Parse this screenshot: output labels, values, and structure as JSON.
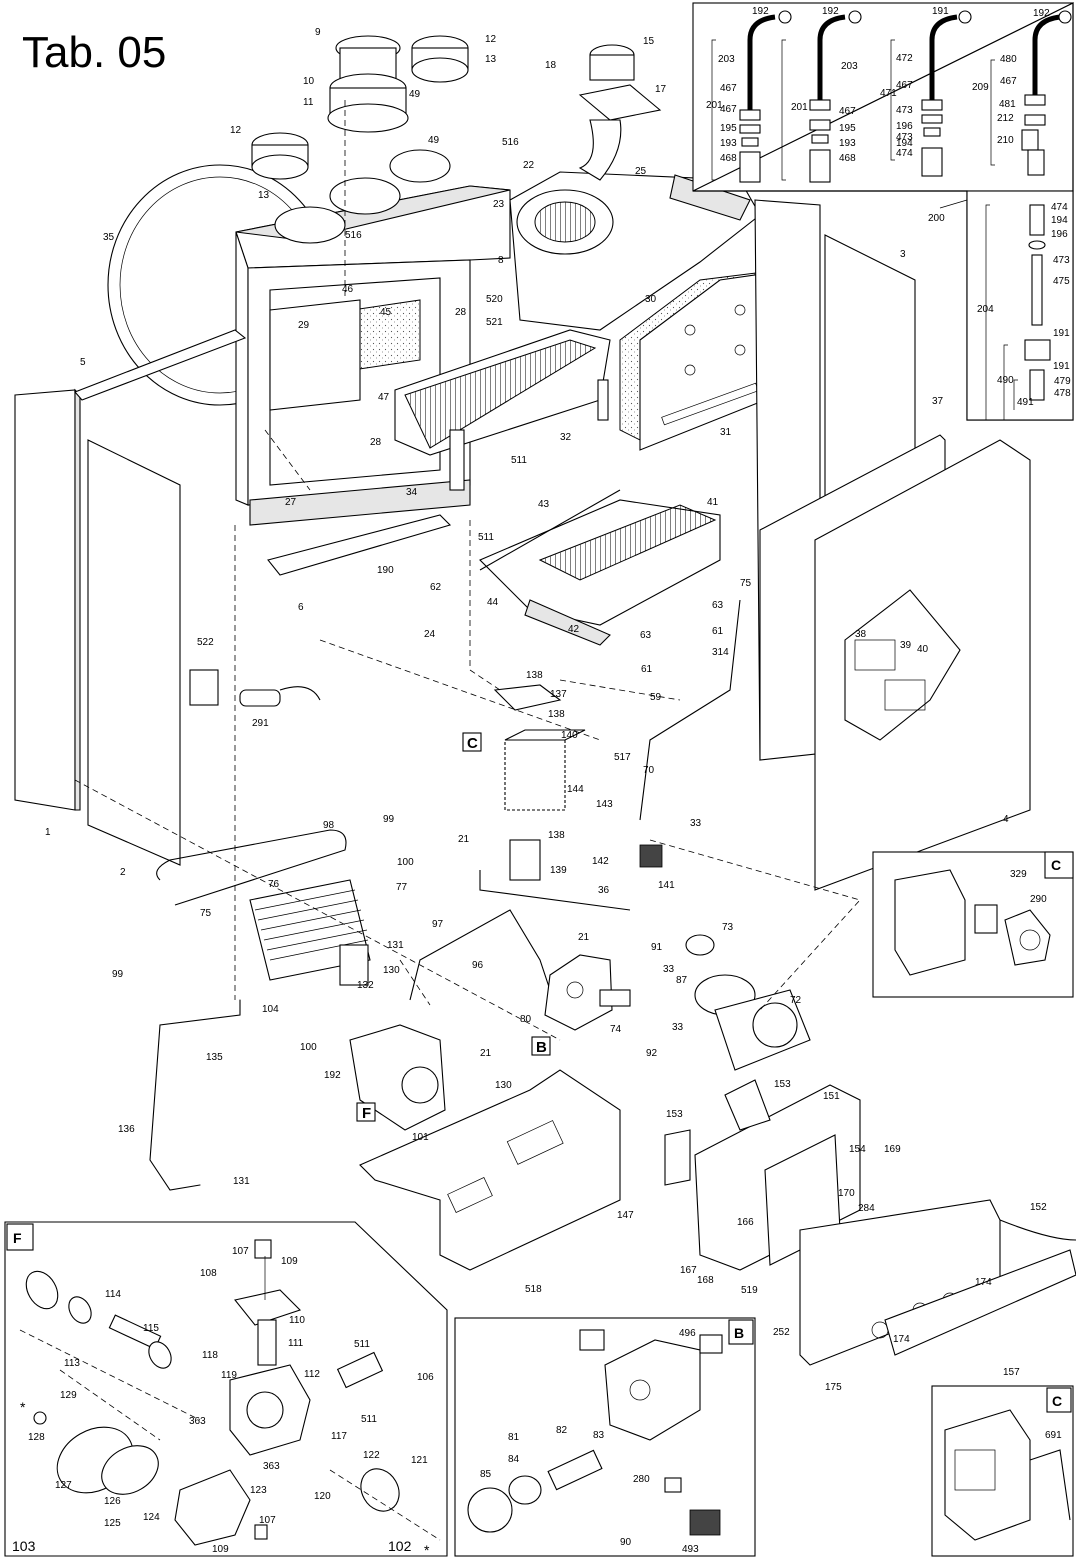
{
  "title": "Tab. 05",
  "callouts": [
    {
      "id": "c1",
      "text": "1"
    },
    {
      "id": "c2",
      "text": "2"
    },
    {
      "id": "c3",
      "text": "3"
    },
    {
      "id": "c4",
      "text": "4"
    },
    {
      "id": "c5",
      "text": "5"
    },
    {
      "id": "c6",
      "text": "6"
    },
    {
      "id": "c8",
      "text": "8"
    },
    {
      "id": "c9",
      "text": "9"
    },
    {
      "id": "c10",
      "text": "10"
    },
    {
      "id": "c11",
      "text": "11"
    },
    {
      "id": "c12a",
      "text": "12"
    },
    {
      "id": "c12b",
      "text": "12"
    },
    {
      "id": "c13a",
      "text": "13"
    },
    {
      "id": "c13b",
      "text": "13"
    },
    {
      "id": "c15",
      "text": "15"
    },
    {
      "id": "c17",
      "text": "17"
    },
    {
      "id": "c18",
      "text": "18"
    },
    {
      "id": "c21a",
      "text": "21"
    },
    {
      "id": "c21b",
      "text": "21"
    },
    {
      "id": "c21c",
      "text": "21"
    },
    {
      "id": "c22",
      "text": "22"
    },
    {
      "id": "c23",
      "text": "23"
    },
    {
      "id": "c24",
      "text": "24"
    },
    {
      "id": "c25",
      "text": "25"
    },
    {
      "id": "c27",
      "text": "27"
    },
    {
      "id": "c28a",
      "text": "28"
    },
    {
      "id": "c28b",
      "text": "28"
    },
    {
      "id": "c29",
      "text": "29"
    },
    {
      "id": "c30",
      "text": "30"
    },
    {
      "id": "c31",
      "text": "31"
    },
    {
      "id": "c32",
      "text": "32"
    },
    {
      "id": "c33a",
      "text": "33"
    },
    {
      "id": "c33b",
      "text": "33"
    },
    {
      "id": "c33c",
      "text": "33"
    },
    {
      "id": "c34",
      "text": "34"
    },
    {
      "id": "c35",
      "text": "35"
    },
    {
      "id": "c36",
      "text": "36"
    },
    {
      "id": "c37",
      "text": "37"
    },
    {
      "id": "c38",
      "text": "38"
    },
    {
      "id": "c39",
      "text": "39"
    },
    {
      "id": "c40",
      "text": "40"
    },
    {
      "id": "c41",
      "text": "41"
    },
    {
      "id": "c42",
      "text": "42"
    },
    {
      "id": "c43",
      "text": "43"
    },
    {
      "id": "c44",
      "text": "44"
    },
    {
      "id": "c45",
      "text": "45"
    },
    {
      "id": "c46",
      "text": "46"
    },
    {
      "id": "c47",
      "text": "47"
    },
    {
      "id": "c49a",
      "text": "49"
    },
    {
      "id": "c49b",
      "text": "49"
    },
    {
      "id": "c59",
      "text": "59"
    },
    {
      "id": "c61a",
      "text": "61"
    },
    {
      "id": "c61b",
      "text": "61"
    },
    {
      "id": "c62",
      "text": "62"
    },
    {
      "id": "c63a",
      "text": "63"
    },
    {
      "id": "c63b",
      "text": "63"
    },
    {
      "id": "c70",
      "text": "70"
    },
    {
      "id": "c72",
      "text": "72"
    },
    {
      "id": "c73",
      "text": "73"
    },
    {
      "id": "c74",
      "text": "74"
    },
    {
      "id": "c75a",
      "text": "75"
    },
    {
      "id": "c75b",
      "text": "75"
    },
    {
      "id": "c76",
      "text": "76"
    },
    {
      "id": "c77",
      "text": "77"
    },
    {
      "id": "c80",
      "text": "80"
    },
    {
      "id": "c87",
      "text": "87"
    },
    {
      "id": "c91",
      "text": "91"
    },
    {
      "id": "c92",
      "text": "92"
    },
    {
      "id": "c96",
      "text": "96"
    },
    {
      "id": "c97",
      "text": "97"
    },
    {
      "id": "c98",
      "text": "98"
    },
    {
      "id": "c99a",
      "text": "99"
    },
    {
      "id": "c99b",
      "text": "99"
    },
    {
      "id": "c100a",
      "text": "100"
    },
    {
      "id": "c100b",
      "text": "100"
    },
    {
      "id": "c101",
      "text": "101"
    },
    {
      "id": "c104",
      "text": "104"
    },
    {
      "id": "c130a",
      "text": "130"
    },
    {
      "id": "c130b",
      "text": "130"
    },
    {
      "id": "c131a",
      "text": "131"
    },
    {
      "id": "c131b",
      "text": "131"
    },
    {
      "id": "c132",
      "text": "132"
    },
    {
      "id": "c135",
      "text": "135"
    },
    {
      "id": "c136",
      "text": "136"
    },
    {
      "id": "c137",
      "text": "137"
    },
    {
      "id": "c138a",
      "text": "138"
    },
    {
      "id": "c138b",
      "text": "138"
    },
    {
      "id": "c138c",
      "text": "138"
    },
    {
      "id": "c139",
      "text": "139"
    },
    {
      "id": "c140",
      "text": "140"
    },
    {
      "id": "c141",
      "text": "141"
    },
    {
      "id": "c142",
      "text": "142"
    },
    {
      "id": "c143",
      "text": "143"
    },
    {
      "id": "c144",
      "text": "144"
    },
    {
      "id": "c147",
      "text": "147"
    },
    {
      "id": "c151",
      "text": "151"
    },
    {
      "id": "c152",
      "text": "152"
    },
    {
      "id": "c153a",
      "text": "153"
    },
    {
      "id": "c153b",
      "text": "153"
    },
    {
      "id": "c154",
      "text": "154"
    },
    {
      "id": "c157",
      "text": "157"
    },
    {
      "id": "c166",
      "text": "166"
    },
    {
      "id": "c167",
      "text": "167"
    },
    {
      "id": "c168",
      "text": "168"
    },
    {
      "id": "c169",
      "text": "169"
    },
    {
      "id": "c170",
      "text": "170"
    },
    {
      "id": "c174a",
      "text": "174"
    },
    {
      "id": "c174b",
      "text": "174"
    },
    {
      "id": "c175",
      "text": "175"
    },
    {
      "id": "c190",
      "text": "190"
    },
    {
      "id": "c192m",
      "text": "192"
    },
    {
      "id": "c200",
      "text": "200"
    },
    {
      "id": "c204",
      "text": "204"
    },
    {
      "id": "c252",
      "text": "252"
    },
    {
      "id": "c284",
      "text": "284"
    },
    {
      "id": "c290",
      "text": "290"
    },
    {
      "id": "c291",
      "text": "291"
    },
    {
      "id": "c314",
      "text": "314"
    },
    {
      "id": "c329",
      "text": "329"
    },
    {
      "id": "c490",
      "text": "490"
    },
    {
      "id": "c491",
      "text": "491"
    },
    {
      "id": "c511a",
      "text": "511"
    },
    {
      "id": "c511b",
      "text": "511"
    },
    {
      "id": "c516a",
      "text": "516"
    },
    {
      "id": "c516b",
      "text": "516"
    },
    {
      "id": "c517",
      "text": "517"
    },
    {
      "id": "c518",
      "text": "518"
    },
    {
      "id": "c519",
      "text": "519"
    },
    {
      "id": "c520",
      "text": "520"
    },
    {
      "id": "c521",
      "text": "521"
    },
    {
      "id": "c522",
      "text": "522"
    },
    {
      "id": "k192a",
      "text": "192"
    },
    {
      "id": "k192b",
      "text": "192"
    },
    {
      "id": "k191a",
      "text": "191"
    },
    {
      "id": "k192c",
      "text": "192"
    },
    {
      "id": "k203a",
      "text": "203"
    },
    {
      "id": "k203b",
      "text": "203"
    },
    {
      "id": "k472",
      "text": "472"
    },
    {
      "id": "k480",
      "text": "480"
    },
    {
      "id": "k201a",
      "text": "201"
    },
    {
      "id": "k201b",
      "text": "201"
    },
    {
      "id": "k471",
      "text": "471"
    },
    {
      "id": "k209",
      "text": "209"
    },
    {
      "id": "k467a",
      "text": "467"
    },
    {
      "id": "k467b",
      "text": "467"
    },
    {
      "id": "k467c",
      "text": "467"
    },
    {
      "id": "k467d",
      "text": "467"
    },
    {
      "id": "k467e",
      "text": "467"
    },
    {
      "id": "k473a",
      "text": "473"
    },
    {
      "id": "k473b",
      "text": "473"
    },
    {
      "id": "k481",
      "text": "481"
    },
    {
      "id": "k195a",
      "text": "195"
    },
    {
      "id": "k195b",
      "text": "195"
    },
    {
      "id": "k196",
      "text": "196"
    },
    {
      "id": "k212",
      "text": "212"
    },
    {
      "id": "k193a",
      "text": "193"
    },
    {
      "id": "k193b",
      "text": "193"
    },
    {
      "id": "k194",
      "text": "194"
    },
    {
      "id": "k210",
      "text": "210"
    },
    {
      "id": "k468a",
      "text": "468"
    },
    {
      "id": "k468b",
      "text": "468"
    },
    {
      "id": "k474",
      "text": "474"
    },
    {
      "id": "s474",
      "text": "474"
    },
    {
      "id": "s194",
      "text": "194"
    },
    {
      "id": "s196",
      "text": "196"
    },
    {
      "id": "s473",
      "text": "473"
    },
    {
      "id": "s475",
      "text": "475"
    },
    {
      "id": "s191a",
      "text": "191"
    },
    {
      "id": "s191b",
      "text": "191"
    },
    {
      "id": "s479",
      "text": "479"
    },
    {
      "id": "s478",
      "text": "478"
    },
    {
      "id": "f107a",
      "text": "107"
    },
    {
      "id": "f109a",
      "text": "109"
    },
    {
      "id": "f108",
      "text": "108"
    },
    {
      "id": "f110",
      "text": "110"
    },
    {
      "id": "f111",
      "text": "111"
    },
    {
      "id": "f112",
      "text": "112"
    },
    {
      "id": "f114",
      "text": "114"
    },
    {
      "id": "f115",
      "text": "115"
    },
    {
      "id": "f113",
      "text": "113"
    },
    {
      "id": "f118",
      "text": "118"
    },
    {
      "id": "f119",
      "text": "119"
    },
    {
      "id": "f511a",
      "text": "511"
    },
    {
      "id": "f511b",
      "text": "511"
    },
    {
      "id": "f106",
      "text": "106"
    },
    {
      "id": "f363a",
      "text": "363"
    },
    {
      "id": "f363b",
      "text": "363"
    },
    {
      "id": "f117",
      "text": "117"
    },
    {
      "id": "f122",
      "text": "122"
    },
    {
      "id": "f121",
      "text": "121"
    },
    {
      "id": "f129",
      "text": "129"
    },
    {
      "id": "f128",
      "text": "128"
    },
    {
      "id": "f127",
      "text": "127"
    },
    {
      "id": "f126",
      "text": "126"
    },
    {
      "id": "f125",
      "text": "125"
    },
    {
      "id": "f124",
      "text": "124"
    },
    {
      "id": "f123",
      "text": "123"
    },
    {
      "id": "f120",
      "text": "120"
    },
    {
      "id": "f107b",
      "text": "107"
    },
    {
      "id": "f109b",
      "text": "109"
    },
    {
      "id": "f103",
      "text": "103"
    },
    {
      "id": "f102",
      "text": "102"
    },
    {
      "id": "b496",
      "text": "496"
    },
    {
      "id": "b81",
      "text": "81"
    },
    {
      "id": "b82",
      "text": "82"
    },
    {
      "id": "b83",
      "text": "83"
    },
    {
      "id": "b84",
      "text": "84"
    },
    {
      "id": "b85",
      "text": "85"
    },
    {
      "id": "b280",
      "text": "280"
    },
    {
      "id": "b90",
      "text": "90"
    },
    {
      "id": "b493",
      "text": "493"
    },
    {
      "id": "c691",
      "text": "691"
    }
  ],
  "boxes": {
    "C_main": "C",
    "B_main": "B",
    "F_main": "F",
    "C_detail1": "C",
    "F_detail": "F",
    "B_detail": "B",
    "C_detail2": "C"
  },
  "stars": {
    "f_star1": "*",
    "f_star2": "*"
  }
}
